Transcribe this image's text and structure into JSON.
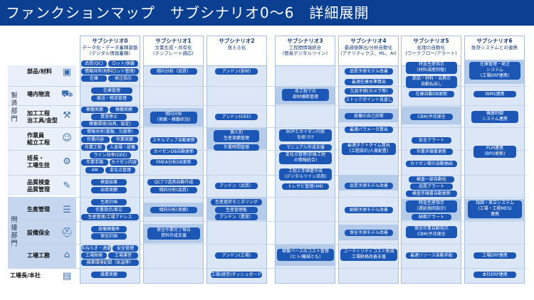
{
  "title": "ファンクションマップ　サブシナリオ0～6　詳細展開",
  "categories": {
    "manufacturing": "製造部門",
    "indirect": "間接部門"
  },
  "rows": [
    {
      "label": "部品/材料",
      "icon": "box-icon"
    },
    {
      "label": "場内物流",
      "icon": "forklift-icon"
    },
    {
      "label": "加工工程\n治工具/金型",
      "icon": "machining-icon"
    },
    {
      "label": "作業員\n組立工程",
      "icon": "worker-icon"
    },
    {
      "label": "班長・\n工場生技",
      "icon": "gear-person-icon"
    },
    {
      "label": "品質検査\n品質管理",
      "icon": "inspection-icon"
    },
    {
      "label": "生産管理",
      "icon": "clipboard-icon"
    },
    {
      "label": "設備保全",
      "icon": "helmet-icon"
    },
    {
      "label": "工場工務",
      "icon": "factory-icon"
    },
    {
      "label": "工場長/本社",
      "icon": "building-icon"
    }
  ],
  "columns": [
    {
      "name": "サブシナリオ0",
      "desc": "データ化・データ蓄積基盤\n(デジタル情報蓄積)"
    },
    {
      "name": "サブシナリオ1",
      "desc": "文書生成・共有化\n(テンプレート適応)"
    },
    {
      "name": "サブシナリオ2",
      "desc": "見える化"
    },
    {
      "name": "サブシナリオ3",
      "desc": "工程間情報統合\n(簡易デジタルツイン)"
    },
    {
      "name": "サブシナリオ4",
      "desc": "最適値算出/分析自動化\n(アナリティクス、ML、AI)"
    },
    {
      "name": "サブシナリオ5",
      "desc": "処理の自動化\n(ワークフロー/アラート)"
    },
    {
      "name": "サブシナリオ6",
      "desc": "既存システムとの連携"
    }
  ],
  "items": {
    "c0": [
      "品質(QC)",
      "ロット/個番",
      "情報共有(材料ロット管理)",
      "在庫",
      "発注指示",
      "在庫管理",
      "搬送・物流管理",
      "稼働実績",
      "稼働実績",
      "異常停止",
      "稼働環境(治具、設定)",
      "情報共有(書類、欠員等)",
      "作業内容",
      "作業実績",
      "作業工程",
      "入退場・設備",
      "ライン効率(OEE)",
      "作業手順",
      "カイゼン内容",
      "4M",
      "変化点管理",
      "検査結果",
      "出荷実績",
      "生産計画",
      "作業指示/差立",
      "生産管理/工場アドレス",
      "設備稼働率",
      "保全計画",
      "おねらぎ・適量",
      "安全管理",
      "工場財務",
      "工場運営",
      "操業環境記録（気温等）",
      "操業実績"
    ],
    "c1": [
      "傾向分析（品質）",
      "傾向分析\n(実績・稼働状況)",
      "スキルマップ自動更新",
      "カイゼンDB自動更新",
      "FMEA分析DB更新",
      "QC7つ道具自動作成",
      "傾向分析(品質)",
      "傾向分析(実績)",
      "保全作業完了報告\n資料作成支援"
    ],
    "c2": [
      "アンドン(部材)",
      "アンドン(OEE)",
      "個人別\n生産実績管理",
      "作業時間管理",
      "アンドン（品質）",
      "生産進捗モニタリング",
      "生産管理板",
      "アンドン（異常）",
      "アンドン(工場)",
      "工場(経営)ダッシュボード"
    ],
    "c3": [
      "各工程での\n部材横断管理",
      "BOPとカイゼン内容\nを紐づけ",
      "マニュアル作成支援",
      "変化点管理(前後工程\nの情報統合)",
      "工程上手順書作成\n(デジタルツイン活用)",
      "トレサビ管理(4M)",
      "稼働ベースのコスト管理\n(ヒト/機械とも)"
    ],
    "c4": [
      "品質予測モデル改善",
      "最適在庫水準算出",
      "欠品予測(カメラ等)",
      "ストックポイント見直し",
      "設備の自己診断",
      "最適パラメータ算出",
      "最適タクトタイム算出\n(工程設計/人員配置)",
      "品質予測モデル改善",
      "納期予測モデル改善",
      "保全予測モデル改善",
      "ユーティリティコスト削減\n工場財務改善支援"
    ],
    "c5": [
      "特急生産指示\n(材料減産回復)",
      "部品・材料・治具の\n自動払出し",
      "在庫自動DB更新",
      "CBM/予兆保全",
      "安全アラート",
      "作業手順書更新",
      "カイゼン案の自動抽出",
      "検査一部自動化",
      "品質アラート",
      "検査手順書自動更新",
      "特急生産指示\n(遅延挽回指示)",
      "納期アラート",
      "保全作業自動指示\nCBM/予兆保全",
      "最適リソース自動手配"
    ],
    "c6": [
      "在庫管理・発注\nシステム\n(工場ERP連携)",
      "WMS連携",
      "機器制御\nシステム連携",
      "PLM連携\n(BPO更新)",
      "指図・差立システム\n(工場・工程MES)\n連携",
      "工場ERP連携",
      "本社ERP連携"
    ]
  },
  "colors": {
    "title_bg": "#0b3f91",
    "chip": "#1d57b6",
    "column_bg": "#dbe6f6",
    "band": "#b5cbea"
  }
}
